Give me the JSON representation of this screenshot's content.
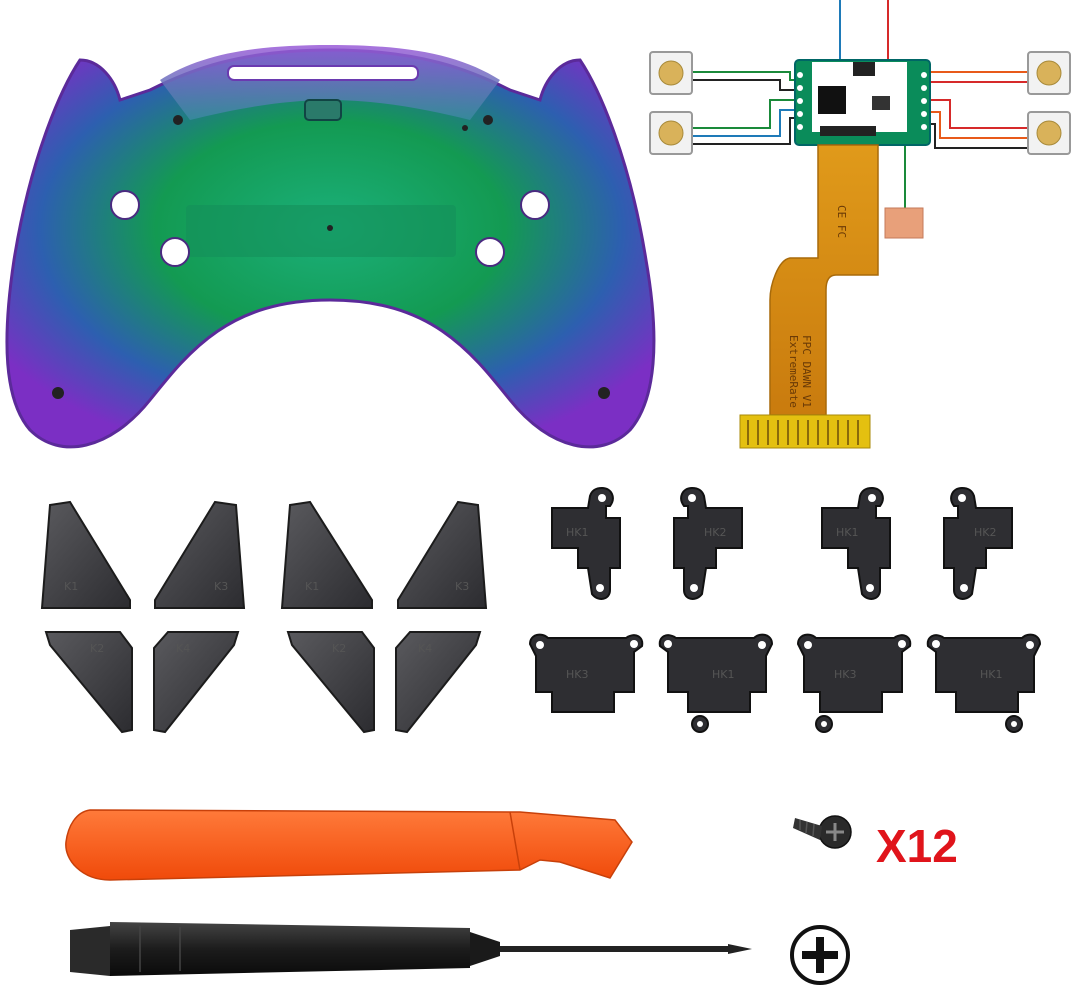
{
  "image": {
    "description_items": [
      "controller-back-shell",
      "remap-pcb-board",
      "fpc-flex-cable",
      "tact-switches",
      "paddle-buttons",
      "paddle-holders",
      "pry-tool",
      "phillips-screwdriver",
      "screws"
    ]
  },
  "pcb": {
    "ce_mark": "CE FC",
    "cable_text_line1": "ExtremeRate",
    "cable_text_line2": "FPC DAWN V1"
  },
  "paddles": {
    "k1": "K1",
    "k2": "K2",
    "k3": "K3",
    "k4": "K4"
  },
  "holders": {
    "hk1": "HK1",
    "hk2": "HK2",
    "hk3": "HK3"
  },
  "screws": {
    "quantity_label": "X12",
    "quantity_color": "#e0141b"
  },
  "colors": {
    "pry_tool": "#ff5a14",
    "screwdriver_handle": "#1c1c1c",
    "shell_green": "#1fa35a",
    "shell_purple": "#7b2fc4",
    "pcb_green": "#0a8c5a",
    "fpc_orange": "#d98a12"
  }
}
